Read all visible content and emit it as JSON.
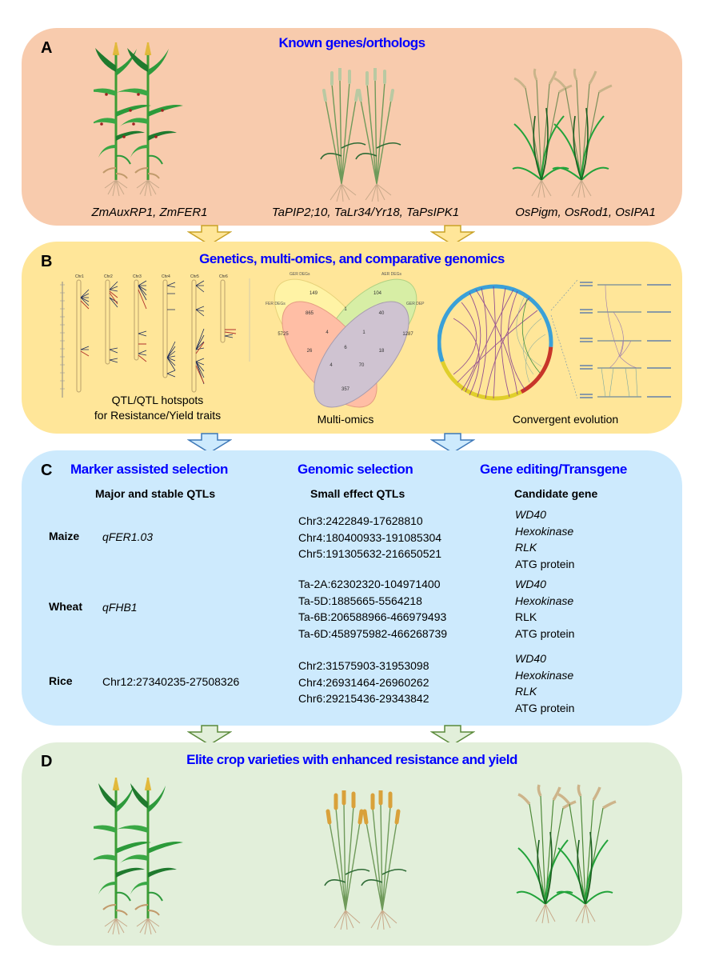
{
  "panels": {
    "A": {
      "letter": "A",
      "title": "Known genes/orthologs",
      "crops": [
        {
          "name": "maize",
          "genes": "ZmAuxRP1, ZmFER1"
        },
        {
          "name": "wheat",
          "genes": "TaPIP2;10, TaLr34/Yr18, TaPsIPK1"
        },
        {
          "name": "rice",
          "genes": "OsPigm, OsRod1, OsIPA1"
        }
      ]
    },
    "B": {
      "letter": "B",
      "title": "Genetics, multi-omics, and comparative genomics",
      "qtl_map": {
        "caption_line1": "QTL/QTL  hotspots",
        "caption_line2": "for Resistance/Yield  traits",
        "chromosomes": [
          "Chr1",
          "Chr2",
          "Chr3",
          "Chr4",
          "Chr5",
          "Chr6"
        ]
      },
      "venn": {
        "caption": "Multi-omics",
        "sets": [
          "FER DEGs",
          "GER DEGs",
          "AER DEGs",
          "GER DEP"
        ],
        "values": {
          "ger_only": "149",
          "aer_only": "104",
          "fer_only": "5725",
          "gerdep_only": "1287",
          "fer_ger": "865",
          "ger_aer": "1",
          "aer_gerdep": "40",
          "fer_ger_aer": "4",
          "ger_aer_gerdep": "1",
          "fer_aer": "26",
          "all": "6",
          "ger_gerdep": "18",
          "fer_aer_gerdep": "4",
          "fer_ger_gerdep": "70",
          "fer_gerdep": "357"
        }
      },
      "synteny": {
        "caption": "Convergent evolution"
      }
    },
    "C": {
      "letter": "C",
      "columns": [
        {
          "heading": "Marker assisted selection",
          "subheading": "Major and stable QTLs"
        },
        {
          "heading": "Genomic selection",
          "subheading": "Small effect QTLs"
        },
        {
          "heading": "Gene editing/Transgene",
          "subheading": "Candidate gene"
        }
      ],
      "rows": [
        {
          "crop": "Maize",
          "major_qtl": "qFER1.03",
          "small_qtls": [
            "Chr3:2422849-17628810",
            "Chr4:180400933-191085304",
            "Chr5:191305632-216650521"
          ],
          "candidate_genes": [
            "WD40",
            "Hexokinase",
            "RLK",
            "ATG protein"
          ]
        },
        {
          "crop": "Wheat",
          "major_qtl": "qFHB1",
          "small_qtls": [
            "Ta-2A:62302320-104971400",
            "Ta-5D:1885665-5564218",
            "Ta-6B:206588966-466979493",
            "Ta-6D:458975982-466268739"
          ],
          "candidate_genes": [
            "WD40",
            "Hexokinase",
            "RLK",
            "ATG protein"
          ]
        },
        {
          "crop": "Rice",
          "major_qtl": "Chr12:27340235-27508326",
          "small_qtls": [
            "Chr2:31575903-31953098",
            "Chr4:26931464-26960262",
            "Chr6:29215436-29343842"
          ],
          "candidate_genes": [
            "WD40",
            "Hexokinase",
            "RLK",
            "ATG protein"
          ]
        }
      ]
    },
    "D": {
      "letter": "D",
      "title": "Elite crop varieties with enhanced resistance and yield"
    }
  },
  "colors": {
    "panelA": "#f8cbad",
    "panelB": "#ffe699",
    "panelC": "#cdeafd",
    "panelD": "#e2efda",
    "title": "#0000ff"
  }
}
